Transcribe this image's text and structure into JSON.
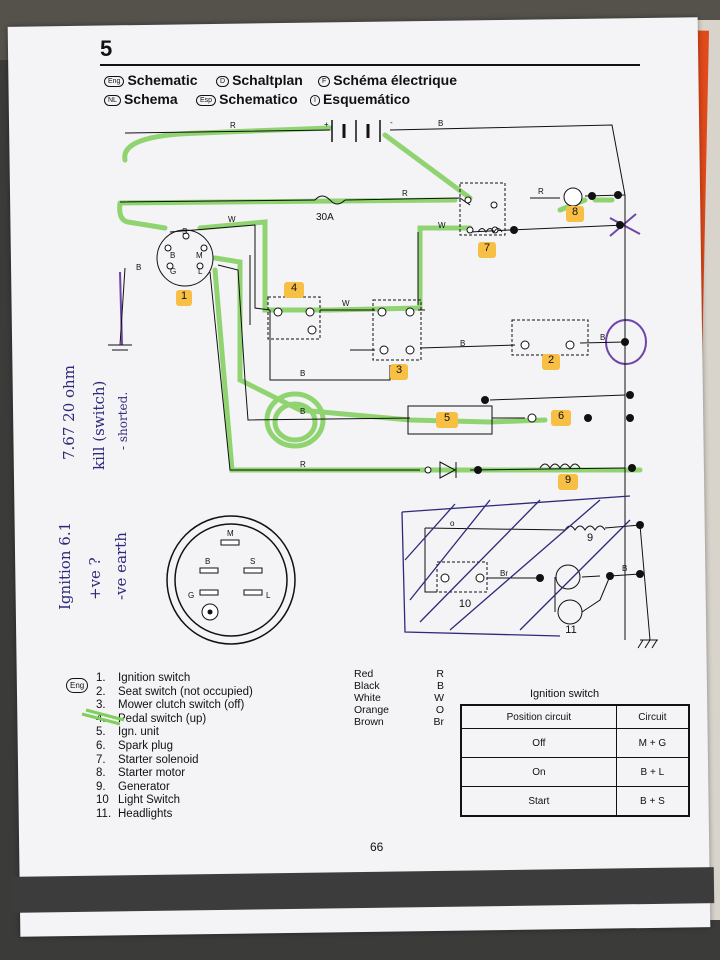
{
  "page": {
    "number": "5",
    "footer_page": "66"
  },
  "titles": [
    {
      "code": "Eng",
      "text": "Schematic"
    },
    {
      "code": "D",
      "text": "Schaltplan"
    },
    {
      "code": "F",
      "text": "Schéma électrique"
    },
    {
      "code": "NL",
      "text": "Schema"
    },
    {
      "code": "Esp",
      "text": "Schematico"
    },
    {
      "code": "I",
      "text": "Esquemático"
    }
  ],
  "diagram": {
    "fuse_label": "30A",
    "switch_terminals": [
      "S",
      "B",
      "M",
      "G",
      "L"
    ],
    "wire_labels": {
      "red": "R",
      "black": "B",
      "white": "W",
      "brown": "Br"
    },
    "polarity": {
      "plus": "+",
      "minus": "-"
    },
    "connector_pins": [
      "M",
      "B",
      "S",
      "G",
      "L"
    ],
    "component_tags": [
      "1",
      "2",
      "3",
      "4",
      "5",
      "6",
      "7",
      "8",
      "9",
      "9",
      "9",
      "10",
      "11"
    ],
    "switch_mark": "o"
  },
  "handwriting": {
    "note1_line1": "7.67  20 ohm",
    "note1_line2": "kill (switch)",
    "note1_line3": "- shorted.",
    "note2_line1": "Ignition 6.1",
    "note2_line2": "+ve  ?",
    "note2_line3": "-ve  earth"
  },
  "legend": {
    "badge": "Eng",
    "items": [
      {
        "n": "1.",
        "label": "Ignition switch"
      },
      {
        "n": "2.",
        "label": "Seat switch (not occupied)"
      },
      {
        "n": "3.",
        "label": "Mower clutch switch (off)"
      },
      {
        "n": "4.",
        "label": "Pedal switch (up)"
      },
      {
        "n": "5.",
        "label": "Ign. unit"
      },
      {
        "n": "6.",
        "label": "Spark plug"
      },
      {
        "n": "7.",
        "label": "Starter solenoid"
      },
      {
        "n": "8.",
        "label": "Starter motor"
      },
      {
        "n": "9.",
        "label": "Generator"
      },
      {
        "n": "10",
        "label": "Light Switch"
      },
      {
        "n": "11.",
        "label": "Headlights"
      }
    ]
  },
  "wire_colors": [
    {
      "name": "Red",
      "code": "R"
    },
    {
      "name": "Black",
      "code": "B"
    },
    {
      "name": "White",
      "code": "W"
    },
    {
      "name": "Orange",
      "code": "O"
    },
    {
      "name": "Brown",
      "code": "Br"
    }
  ],
  "ignition_table": {
    "title": "Ignition switch",
    "headers": [
      "Position circuit",
      "Circuit"
    ],
    "rows": [
      [
        "Off",
        "M + G"
      ],
      [
        "On",
        "B + L"
      ],
      [
        "Start",
        "B + S"
      ]
    ]
  },
  "colors": {
    "highlight_green": "#7fcf5a",
    "tag_orange": "#f7c045",
    "pen_blue": "#2e2a7a",
    "binder_orange": "#e14a1a"
  }
}
